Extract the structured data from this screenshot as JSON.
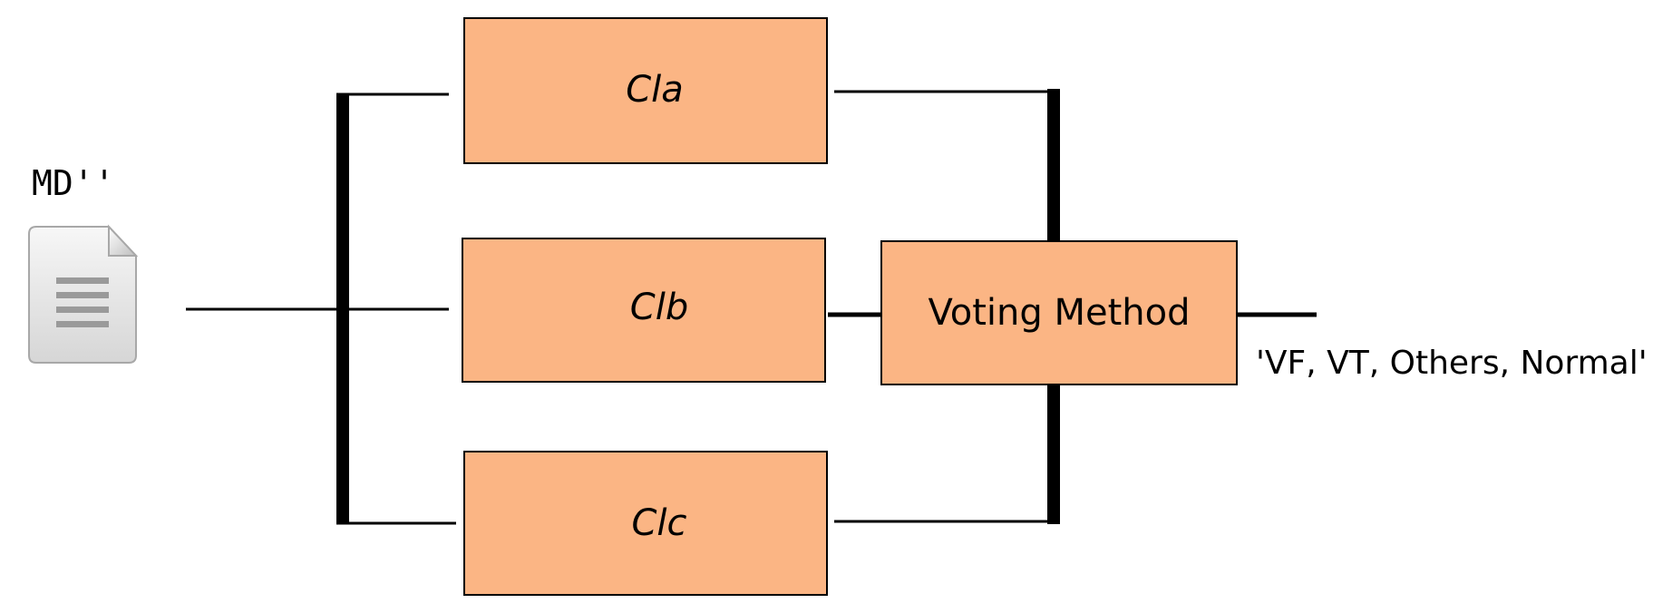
{
  "input": {
    "label": "MD''",
    "icon": "document-icon"
  },
  "classifiers": [
    {
      "label": "Cla"
    },
    {
      "label": "Clb"
    },
    {
      "label": "Clc"
    }
  ],
  "voting": {
    "label": "Voting Method"
  },
  "output": {
    "label": "'VF, VT, Others, Normal'"
  },
  "colors": {
    "box_fill": "#FBB584",
    "stroke": "#000000"
  }
}
